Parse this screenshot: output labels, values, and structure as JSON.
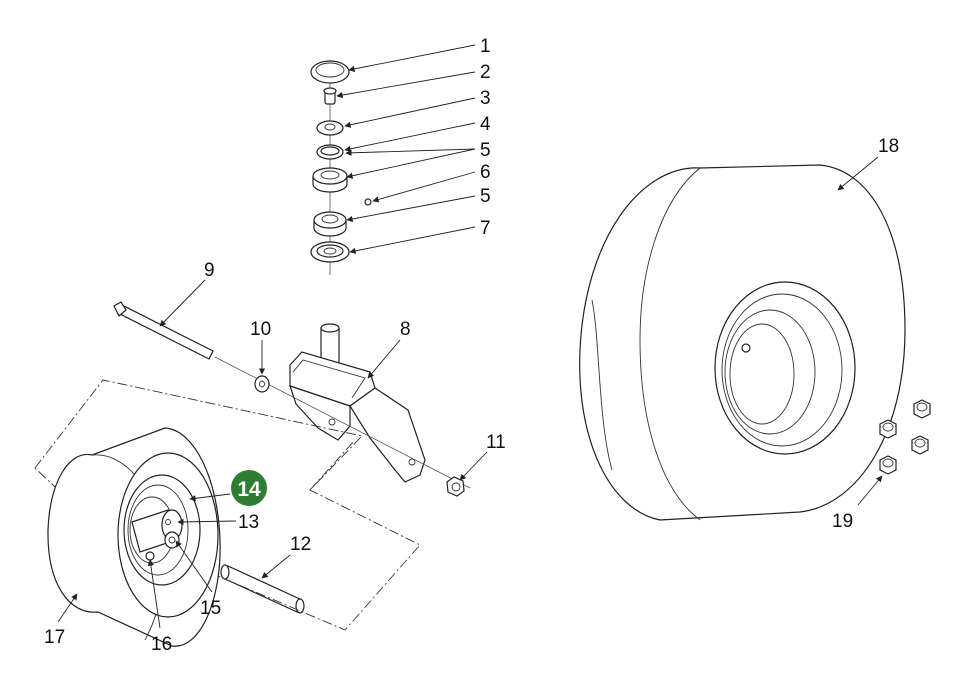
{
  "callouts": {
    "c1": "1",
    "c2": "2",
    "c3": "3",
    "c4": "4",
    "c5a": "5",
    "c5b": "5",
    "c5c": "5",
    "c6": "6",
    "c7": "7",
    "c8": "8",
    "c9": "9",
    "c10": "10",
    "c11": "11",
    "c12": "12",
    "c13": "13",
    "c14": "14",
    "c15": "15",
    "c16": "16",
    "c17": "17",
    "c18": "18",
    "c19": "19"
  },
  "colors": {
    "highlight": "#2e7d32",
    "line": "#222222",
    "background": "#ffffff"
  }
}
